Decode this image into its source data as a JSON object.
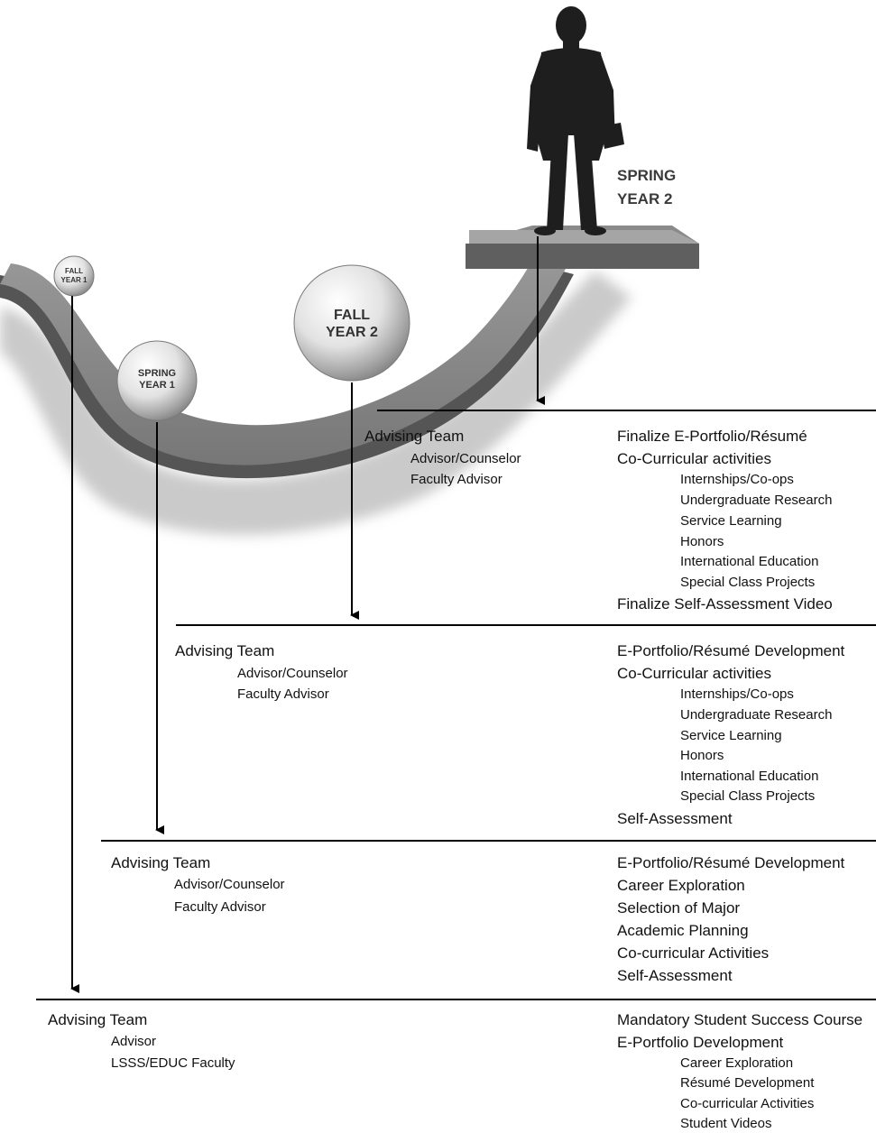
{
  "stages": [
    {
      "id": "fall-year-1",
      "label_lines": [
        "FALL",
        "YEAR 1"
      ],
      "advising": {
        "title": "Advising Team",
        "members": [
          "Advisor",
          "LSSS/EDUC Faculty"
        ]
      },
      "activities": [
        {
          "text": "Mandatory Student Success Course",
          "level": 0
        },
        {
          "text": "E-Portfolio Development",
          "level": 0
        },
        {
          "text": "Career Exploration",
          "level": 1
        },
        {
          "text": "Résumé Development",
          "level": 1
        },
        {
          "text": "Co-curricular Activities",
          "level": 1
        },
        {
          "text": "Student Videos",
          "level": 1
        }
      ]
    },
    {
      "id": "spring-year-1",
      "label_lines": [
        "SPRING",
        "YEAR 1"
      ],
      "advising": {
        "title": "Advising Team",
        "members": [
          "Advisor/Counselor",
          "Faculty Advisor"
        ]
      },
      "activities": [
        {
          "text": "E-Portfolio/Résumé Development",
          "level": 0
        },
        {
          "text": "Career Exploration",
          "level": 0
        },
        {
          "text": "Selection of Major",
          "level": 0
        },
        {
          "text": "Academic Planning",
          "level": 0
        },
        {
          "text": "Co-curricular Activities",
          "level": 0
        },
        {
          "text": "Self-Assessment",
          "level": 0
        }
      ]
    },
    {
      "id": "fall-year-2",
      "label_lines": [
        "FALL",
        "YEAR 2"
      ],
      "advising": {
        "title": "Advising Team",
        "members": [
          "Advisor/Counselor",
          "Faculty Advisor"
        ]
      },
      "activities": [
        {
          "text": "E-Portfolio/Résumé Development",
          "level": 0
        },
        {
          "text": "Co-Curricular activities",
          "level": 0
        },
        {
          "text": "Internships/Co-ops",
          "level": 1
        },
        {
          "text": "Undergraduate Research",
          "level": 1
        },
        {
          "text": "Service Learning",
          "level": 1
        },
        {
          "text": "Honors",
          "level": 1
        },
        {
          "text": "International Education",
          "level": 1
        },
        {
          "text": "Special Class Projects",
          "level": 1
        },
        {
          "text": "Self-Assessment",
          "level": 0
        }
      ]
    },
    {
      "id": "spring-year-2",
      "label_lines": [
        "SPRING",
        "YEAR 2"
      ],
      "advising": {
        "title": "Advising Team",
        "members": [
          "Advisor/Counselor",
          "Faculty Advisor"
        ]
      },
      "activities": [
        {
          "text": "Finalize E-Portfolio/Résumé",
          "level": 0
        },
        {
          "text": "Co-Curricular activities",
          "level": 0
        },
        {
          "text": "Internships/Co-ops",
          "level": 1
        },
        {
          "text": "Undergraduate Research",
          "level": 1
        },
        {
          "text": "Service Learning",
          "level": 1
        },
        {
          "text": "Honors",
          "level": 1
        },
        {
          "text": "International Education",
          "level": 1
        },
        {
          "text": "Special Class Projects",
          "level": 1
        },
        {
          "text": "Finalize Self-Assessment Video",
          "level": 0
        }
      ]
    }
  ]
}
